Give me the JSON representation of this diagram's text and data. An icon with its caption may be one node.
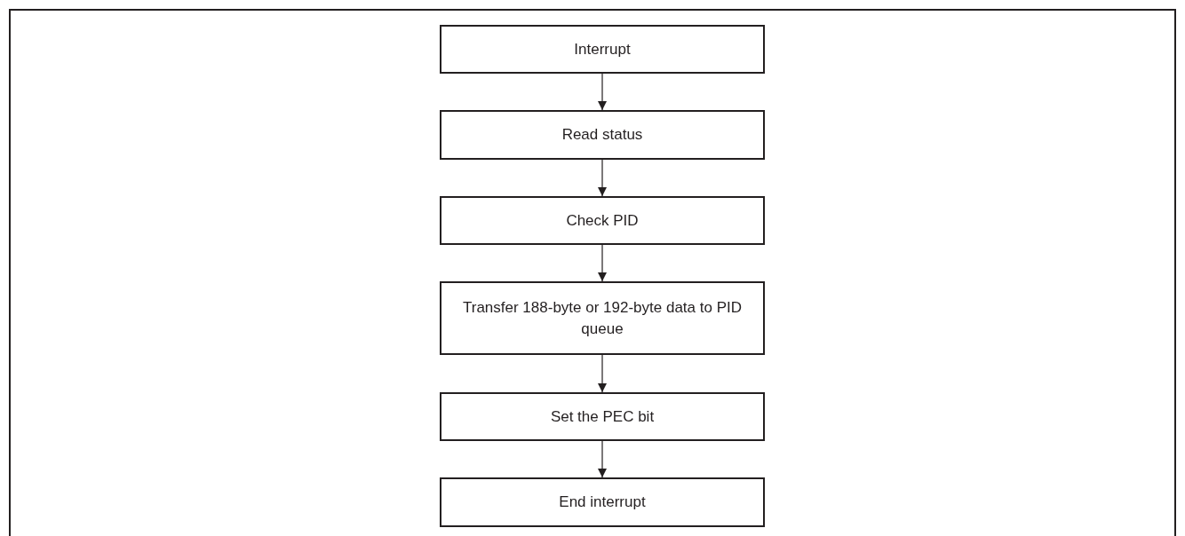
{
  "diagram": {
    "nodes": [
      {
        "text": [
          "Interrupt"
        ]
      },
      {
        "text": [
          "Read status"
        ]
      },
      {
        "text": [
          "Check PID"
        ]
      },
      {
        "text": [
          "Transfer 188-byte or 192-byte data to PID queue"
        ]
      },
      {
        "text": [
          "Set the PEC bit"
        ]
      },
      {
        "text": [
          "End interrupt"
        ]
      }
    ],
    "edges": [
      {
        "from": 0,
        "to": 1,
        "arrow": "to"
      },
      {
        "from": 1,
        "to": 2,
        "arrow": "to"
      },
      {
        "from": 2,
        "to": 3,
        "arrow": "to"
      },
      {
        "from": 3,
        "to": 4,
        "arrow": "to"
      },
      {
        "from": 4,
        "to": 5,
        "arrow": "to"
      }
    ]
  }
}
